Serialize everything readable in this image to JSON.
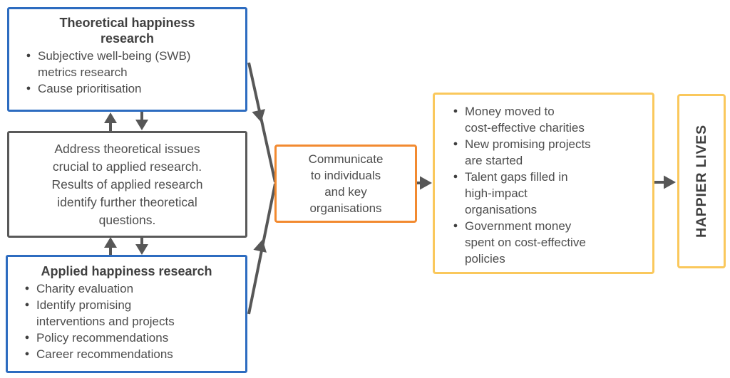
{
  "colors": {
    "blue": "#2d6cc0",
    "orange": "#f28a30",
    "yellow": "#fac85c",
    "gray_border": "#595959",
    "arrow": "#575757",
    "text": "#4d4d4d",
    "title": "#3f3f3f"
  },
  "diagram": {
    "theoretical": {
      "title": "Theoretical happiness\nresearch",
      "bullets": [
        "Subjective well-being (SWB)\nmetrics research",
        "Cause prioritisation"
      ]
    },
    "feedback": {
      "text": "Address theoretical issues\ncrucial to applied research.\nResults of applied research\nidentify further theoretical\nquestions."
    },
    "applied": {
      "title": "Applied happiness research",
      "bullets": [
        "Charity evaluation",
        "Identify promising\ninterventions and projects",
        "Policy recommendations",
        "Career recommendations"
      ]
    },
    "communicate": {
      "text": "Communicate\nto individuals\nand key\norganisations"
    },
    "outcomes": {
      "bullets": [
        "Money moved to\ncost-effective charities",
        "New promising projects\nare started",
        "Talent gaps filled in\nhigh-impact\norganisations",
        "Government money\nspent on cost-effective\npolicies"
      ]
    },
    "goal": {
      "text": "HAPPIER LIVES"
    }
  }
}
